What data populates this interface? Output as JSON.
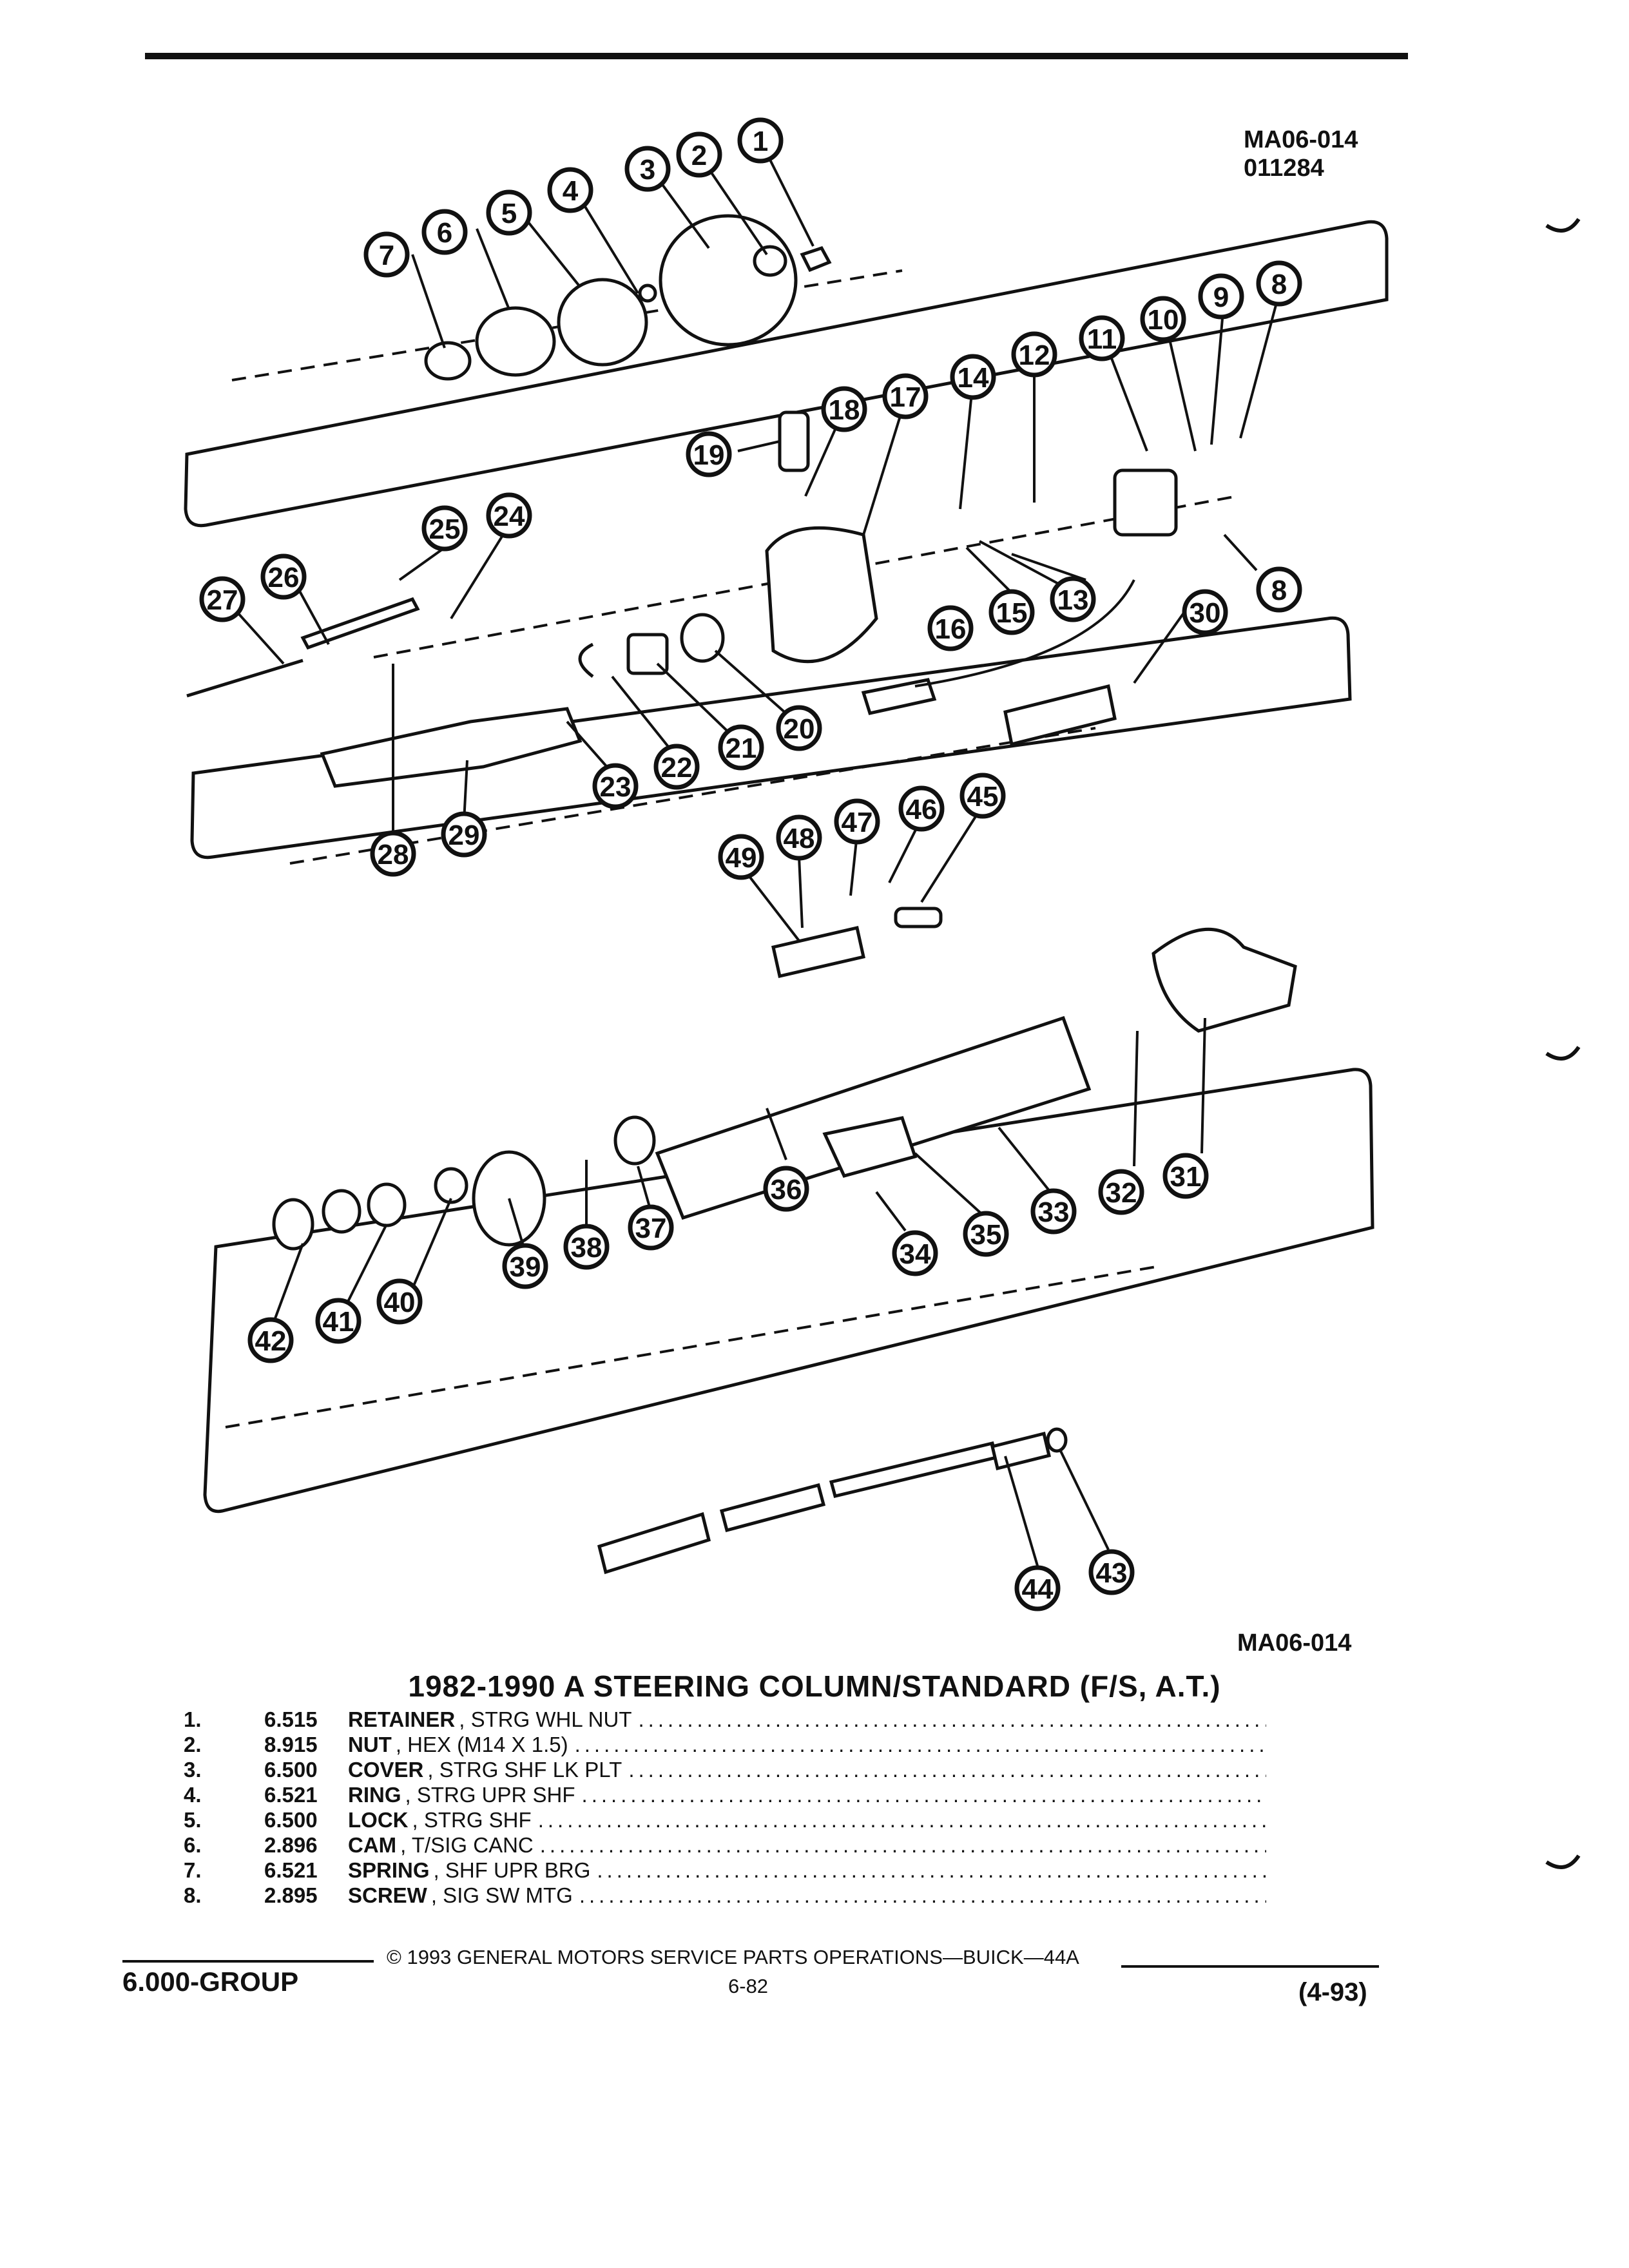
{
  "header": {
    "code_top": "MA06-014",
    "code_top_date": "011284",
    "code_bottom": "MA06-014"
  },
  "diagram": {
    "callouts": [
      "1",
      "2",
      "3",
      "4",
      "5",
      "6",
      "7",
      "8",
      "9",
      "10",
      "11",
      "12",
      "13",
      "14",
      "15",
      "16",
      "17",
      "18",
      "19",
      "20",
      "21",
      "22",
      "23",
      "24",
      "25",
      "26",
      "27",
      "28",
      "29",
      "30",
      "31",
      "32",
      "33",
      "34",
      "35",
      "36",
      "37",
      "38",
      "39",
      "40",
      "41",
      "42",
      "43",
      "44",
      "45",
      "46",
      "47",
      "48",
      "49"
    ]
  },
  "caption": "1982-1990 A STEERING COLUMN/STANDARD (F/S, A.T.)",
  "parts": [
    {
      "num": "1.",
      "code": "6.515",
      "name": "RETAINER",
      "desc": ", STRG WHL NUT"
    },
    {
      "num": "2.",
      "code": "8.915",
      "name": "NUT",
      "desc": ", HEX (M14 X 1.5)"
    },
    {
      "num": "3.",
      "code": "6.500",
      "name": "COVER",
      "desc": ", STRG SHF LK PLT"
    },
    {
      "num": "4.",
      "code": "6.521",
      "name": "RING",
      "desc": ", STRG UPR SHF"
    },
    {
      "num": "5.",
      "code": "6.500",
      "name": "LOCK",
      "desc": ", STRG SHF"
    },
    {
      "num": "6.",
      "code": "2.896",
      "name": "CAM",
      "desc": ", T/SIG CANC"
    },
    {
      "num": "7.",
      "code": "6.521",
      "name": "SPRING",
      "desc": ", SHF UPR BRG"
    },
    {
      "num": "8.",
      "code": "2.895",
      "name": "SCREW",
      "desc": ", SIG SW MTG"
    }
  ],
  "footer": {
    "copyright": "© 1993 GENERAL MOTORS SERVICE PARTS OPERATIONS—BUICK—44A",
    "page": "6-82",
    "group": "6.000-GROUP",
    "date": "(4-93)"
  }
}
